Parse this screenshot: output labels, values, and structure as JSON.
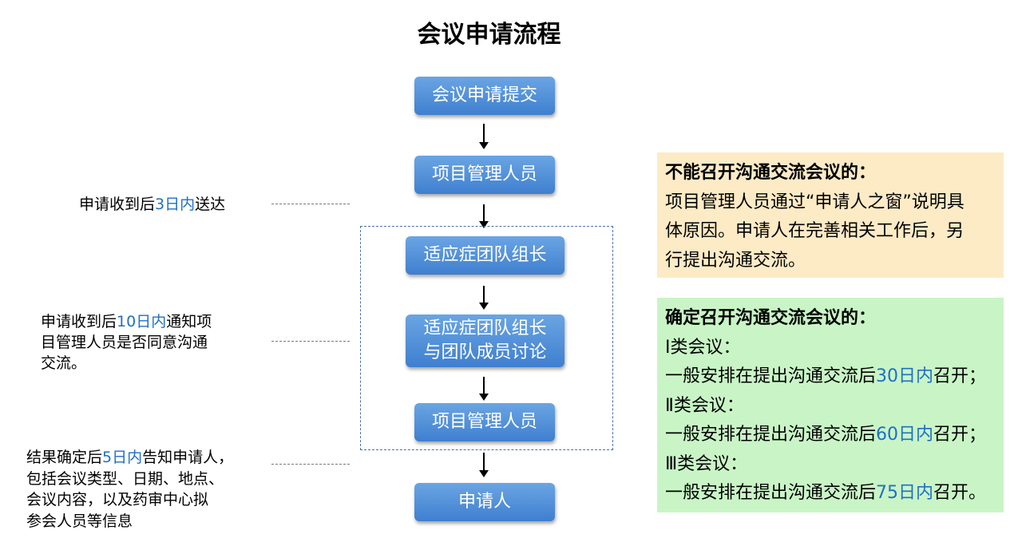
{
  "title": "会议申请流程",
  "flow": {
    "step1": "会议申请提交",
    "step2": "项目管理人员",
    "step3": "适应症团队组长",
    "step4_line1": "适应症团队组长",
    "step4_line2": "与团队成员讨论",
    "step5": "项目管理人员",
    "step6": "申请人"
  },
  "notes": {
    "note1": {
      "pre": "申请收到后",
      "hl": "3日内",
      "post": "送达"
    },
    "note2": {
      "pre": "申请收到后",
      "hl": "10日内",
      "post_line1": "通知项",
      "line2": "目管理人员是否同意沟通",
      "line3": "交流。"
    },
    "note3": {
      "pre": "结果确定后",
      "hl": "5日内",
      "post_line1": "告知申请人，",
      "line2": "包括会议类型、日期、地点、",
      "line3": "会议内容，以及药审中心拟",
      "line4": "参会人员等信息"
    }
  },
  "panel_no": {
    "heading": "不能召开沟通交流会议的：",
    "line1": "项目管理人员通过“申请人之窗”说明具",
    "line2": "体原因。申请人在完善相关工作后，另",
    "line3": "行提出沟通交流。"
  },
  "panel_yes": {
    "heading": "确定召开沟通交流会议的：",
    "class1_label": "Ⅰ类会议：",
    "class2_label": "Ⅱ类会议：",
    "class3_label": "Ⅲ类会议：",
    "arrange_pre": "一般安排在提出沟通交流后",
    "class1_days": "30日内",
    "class1_post": "召开；",
    "class2_days": "60日内",
    "class2_post": "召开；",
    "class3_days": "75日内",
    "class3_post": "召开。"
  },
  "colors": {
    "box_gradient_top": "#6aa5e3",
    "box_gradient_bottom": "#3f7fcf",
    "highlight": "#1f6fc5",
    "panel_no_bg": "#fdebc6",
    "panel_yes_bg": "#c9f5c6"
  }
}
